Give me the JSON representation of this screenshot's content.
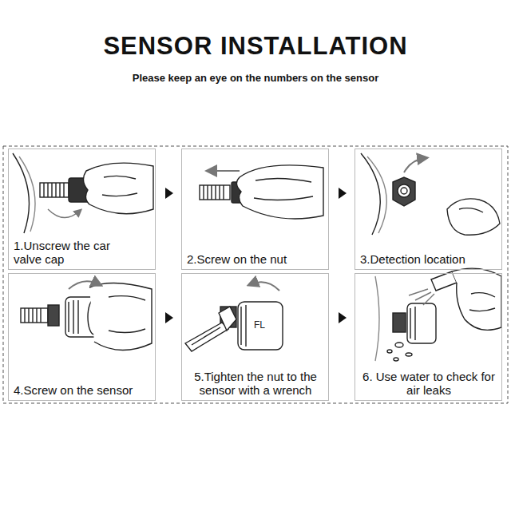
{
  "diagram": {
    "title": "SENSOR INSTALLATION",
    "nodes": [
      {
        "text": [
          "1.Unscrew the car valve cap"
        ]
      },
      {
        "text": [
          "2.Screw on the nut"
        ]
      },
      {
        "text": [
          "3.Detection location"
        ]
      },
      {
        "text": [
          "4.Screw on the sensor"
        ]
      },
      {
        "text": [
          "5.Tighten the nut to the sensor with a wrench"
        ]
      },
      {
        "text": [
          "6. Use water to check for air leaks"
        ]
      }
    ],
    "edges": [
      {
        "from": 0,
        "to": 1,
        "arrow": "to"
      },
      {
        "from": 1,
        "to": 2,
        "arrow": "to"
      },
      {
        "from": 3,
        "to": 4,
        "arrow": "to"
      },
      {
        "from": 4,
        "to": 5,
        "arrow": "to"
      }
    ],
    "labels": [
      "Please keep an eye on the numbers on the sensor",
      "FL"
    ]
  }
}
